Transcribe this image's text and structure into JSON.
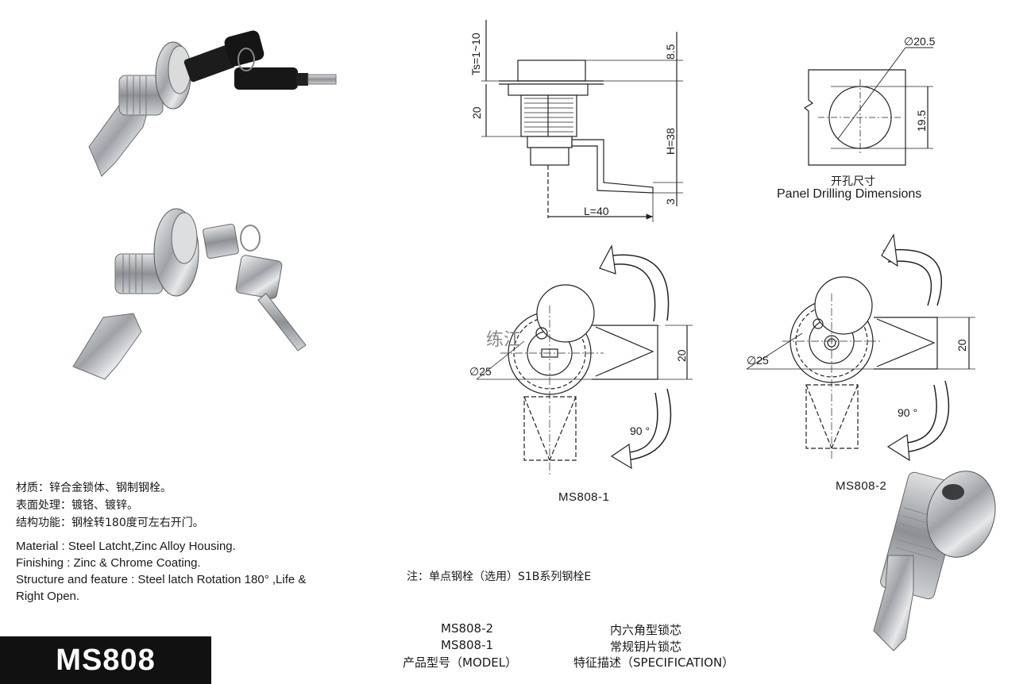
{
  "model_badge": "MS808",
  "specs_cn": [
    "材质：锌合金锁体、钢制钢栓。",
    "表面处理：镀铬、镀锌。",
    "结构功能：钢栓转180度可左右开门。"
  ],
  "specs_en": [
    "Material : Steel Latcht,Zinc Alloy Housing.",
    "Finishing :  Zinc & Chrome Coating.",
    "Structure and feature : Steel latch Rotation 180°  ,Life &",
    "Right Open."
  ],
  "side_view": {
    "ts": "Ts=1~10",
    "dim_20": "20",
    "dim_8_5": "8.5",
    "dim_h": "H=38",
    "dim_3": "3",
    "dim_l": "L=40"
  },
  "panel": {
    "diameter": "∅20.5",
    "height": "19.5",
    "label_cn": "开孔尺寸",
    "label_en": "Panel Drilling Dimensions"
  },
  "view1": {
    "diameter": "∅25",
    "width": "20",
    "angle": "90 °",
    "caption": "MS808-1",
    "watermark": "练江"
  },
  "view2": {
    "diameter": "∅25",
    "width": "20",
    "angle": "90 °",
    "caption": "MS808-2"
  },
  "note": "注：单点钢栓（选用）S1B系列钢栓E",
  "model_table": {
    "rows": [
      {
        "model": "MS808-2",
        "spec": "内六角型锁芯"
      },
      {
        "model": "MS808-1",
        "spec": "常规钥片锁芯"
      }
    ],
    "header_model": "产品型号（MODEL）",
    "header_spec": "特征描述（SPECIFICATION）"
  },
  "colors": {
    "badge_bg": "#111111",
    "line": "#222222",
    "metal": "#b9bcc0"
  }
}
